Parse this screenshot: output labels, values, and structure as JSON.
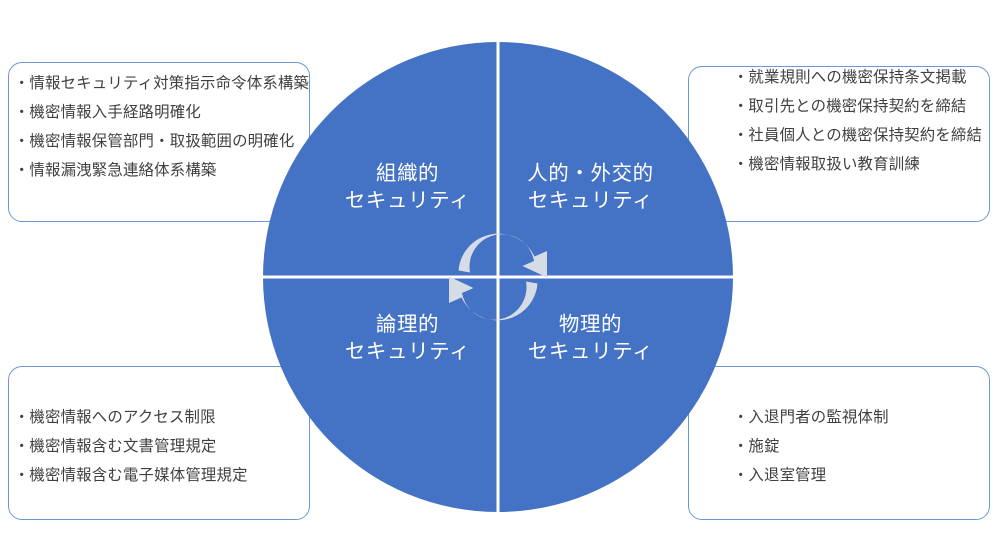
{
  "diagram": {
    "title": "情報セキュリティ 4分類ホイール図",
    "colors": {
      "circle_fill": "#4472C4",
      "circle_divider": "#FFFFFF",
      "box_border": "#6A9AD4",
      "box_fill": "#FFFFFF",
      "label_text": "#FFFFFF",
      "bullet_text": "#404040",
      "arrow_fill": "#D6DCE5"
    },
    "center_icon": {
      "name": "cycle-arrows-icon",
      "description": "二重の循環矢印"
    },
    "quadrants": [
      {
        "id": "organizational",
        "position": "top-left",
        "label": "組織的\nセキュリティ",
        "label_line1": "組織的",
        "label_line2": "セキュリティ"
      },
      {
        "id": "human-external",
        "position": "top-right",
        "label": "人的・外交的\nセキュリティ",
        "label_line1": "人的・外交的",
        "label_line2": "セキュリティ"
      },
      {
        "id": "logical",
        "position": "bottom-left",
        "label": "論理的\nセキュリティ",
        "label_line1": "論理的",
        "label_line2": "セキュリティ"
      },
      {
        "id": "physical",
        "position": "bottom-right",
        "label": "物理的\nセキュリティ",
        "label_line1": "物理的",
        "label_line2": "セキュリティ"
      }
    ],
    "callouts": {
      "top_left": {
        "for_quadrant": "organizational",
        "items": [
          "情報セキュリティ対策指示命令体系構築",
          "機密情報入手経路明確化",
          "機密情報保管部門・取扱範囲の明確化",
          "情報漏洩緊急連絡体系構築"
        ]
      },
      "top_right": {
        "for_quadrant": "human-external",
        "items": [
          "就業規則への機密保持条文掲載",
          "取引先との機密保持契約を締結",
          "社員個人との機密保持契約を締結",
          "機密情報取扱い教育訓練"
        ]
      },
      "bottom_left": {
        "for_quadrant": "logical",
        "items": [
          "機密情報へのアクセス制限",
          "機密情報含む文書管理規定",
          "機密情報含む電子媒体管理規定"
        ]
      },
      "bottom_right": {
        "for_quadrant": "physical",
        "items": [
          "入退門者の監視体制",
          "施錠",
          "入退室管理"
        ]
      }
    }
  }
}
